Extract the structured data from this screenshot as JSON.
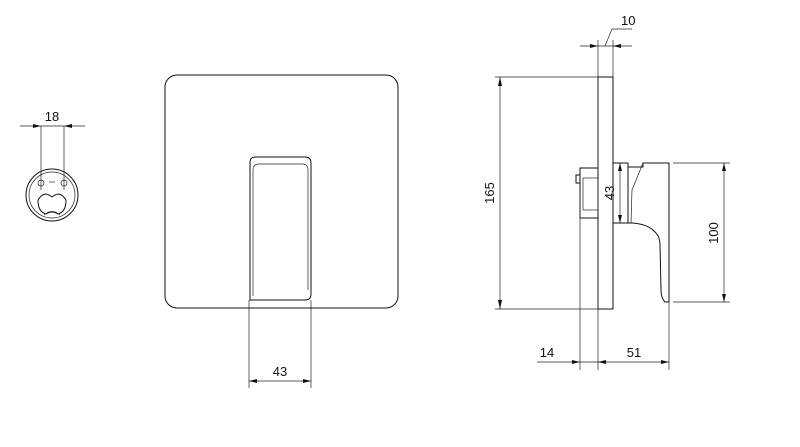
{
  "dimensions": {
    "cartridge_spacing": "18",
    "front_handle_width": "43",
    "plate_height": "165",
    "plate_thickness": "10",
    "handle_base_height": "43",
    "handle_height": "100",
    "rear_depth": "14",
    "projection": "51"
  },
  "colors": {
    "line": "#111111",
    "background": "#ffffff"
  }
}
